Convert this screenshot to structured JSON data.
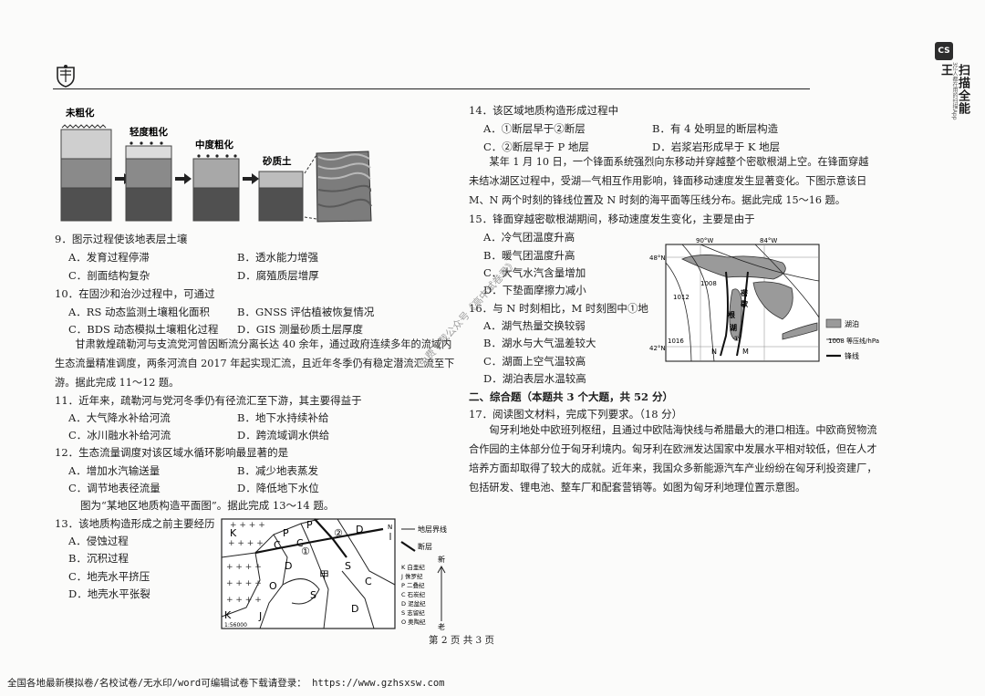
{
  "side_brand": {
    "badge": "CS",
    "name": "扫描全能王",
    "tagline": "3亿人都在用的扫描App"
  },
  "fig_soil": {
    "labels": [
      "未粗化",
      "轻度粗化",
      "中度粗化",
      "砂质土"
    ]
  },
  "q9": {
    "stem": "9．图示过程使该地表层土壤",
    "a": "A．发育过程停滞",
    "b": "B．透水能力增强",
    "c": "C．剖面结构复杂",
    "d": "D．腐殖质层增厚"
  },
  "q10": {
    "stem": "10．在固沙和治沙过程中，可通过",
    "a": "A．RS 动态监测土壤粗化面积",
    "b": "B．GNSS 评估植被恢复情况",
    "c": "C．BDS 动态模拟土壤粗化过程",
    "d": "D．GIS 测量砂质土层厚度"
  },
  "passage1": "甘肃敦煌疏勒河与支流党河曾因断流分离长达 40 余年，通过政府连续多年的流域内生态流量精准调度，两条河流自 2017 年起实现汇流，且近年冬季仍有稳定潜流汇流至下游。据此完成 11～12 题。",
  "q11": {
    "stem": "11．近年来，疏勒河与党河冬季仍有径流汇至下游，其主要得益于",
    "a": "A．大气降水补给河流",
    "b": "B．地下水持续补给",
    "c": "C．冰川融水补给河流",
    "d": "D．跨流域调水供给"
  },
  "q12": {
    "stem": "12．生态流量调度对该区域水循环影响最显著的是",
    "a": "A．增加水汽输送量",
    "b": "B．减少地表蒸发",
    "c": "C．调节地表径流量",
    "d": "D．降低地下水位"
  },
  "intro1314": "图为“某地区地质构造平面图”。据此完成 13～14 题。",
  "q13": {
    "stem": "13．该地质构造形成之前主要经历",
    "a": "A．侵蚀过程",
    "b": "B．沉积过程",
    "c": "C．地壳水平挤压",
    "d": "D．地壳水平张裂"
  },
  "geomap": {
    "labels": [
      "K",
      "P",
      "C",
      "D",
      "O",
      "S",
      "J",
      "甲",
      "①",
      "②",
      "N",
      "1:56000"
    ],
    "legend": {
      "boundary": "地层界线",
      "fault": "断层",
      "new": "新",
      "old": "老",
      "strata": [
        "K 白垩纪",
        "J 侏罗纪",
        "P 二叠纪",
        "C 石炭纪",
        "D 泥盆纪",
        "S 志留纪",
        "O 奥陶纪"
      ]
    }
  },
  "q14": {
    "stem": "14．该区域地质构造形成过程中",
    "a": "A．①断层早于②断层",
    "b": "B．有 4 处明显的断层构造",
    "c": "C．②断层早于 P 地层",
    "d": "D．岩浆岩形成早于 K 地层"
  },
  "passage2": "某年 1 月 10 日，一个锋面系统强烈向东移动并穿越整个密歇根湖上空。在锋面穿越未结冰湖区过程中，受湖—气相互作用影响，锋面移动速度发生显著变化。下图示意该日 M、N 两个时刻的锋线位置及 N 时刻的海平面等压线分布。据此完成 15～16 题。",
  "q15": {
    "stem": "15．锋面穿越密歇根湖期间，移动速度发生变化，主要是由于",
    "a": "A．冷气团温度升高",
    "b": "B．暖气团温度升高",
    "c": "C．大气水汽含量增加",
    "d": "D．下垫面摩擦力减小"
  },
  "q16": {
    "stem": "16．与 N 时刻相比，M 时刻图中①地",
    "a": "A．湖气热量交换较弱",
    "b": "B．湖水与大气温差较大",
    "c": "C．湖面上空气温较高",
    "d": "D．湖泊表层水温较高"
  },
  "lakemap": {
    "lon1": "90°W",
    "lon2": "84°W",
    "lat1": "48°N",
    "lat2": "42°N",
    "isobars": [
      "1008",
      "1012",
      "1016"
    ],
    "marks": [
      "密",
      "歇",
      "根",
      "湖",
      "①",
      "N",
      "M"
    ],
    "legend": {
      "lake": "湖泊",
      "isobar": "1008 等压线/hPa",
      "front": "锋线"
    }
  },
  "section2": "二、综合题（本题共 3 个大题，共 52 分）",
  "q17": {
    "stem": "17．阅读图文材料，完成下列要求。（18 分）",
    "para": "匈牙利地处中欧班列枢纽，且通过中欧陆海快线与希腊最大的港口相连。中欧商贸物流合作园的主体部分位于匈牙利境内。匈牙利在欧洲发达国家中发展水平相对较低，但在人才培养方面却取得了较大的成就。近年来，我国众多新能源汽车产业纷纷在匈牙利投资建厂，包括研发、锂电池、整车厂和配套营销等。如图为匈牙利地理位置示意图。"
  },
  "watermark": "免费下载公众号《高中试卷君》",
  "pageno": "第 2 页  共 3 页",
  "footer": "全国各地最新模拟卷/名校试卷/无水印/word可编辑试卷下载请登录： https://www.gzhsxsw.com"
}
